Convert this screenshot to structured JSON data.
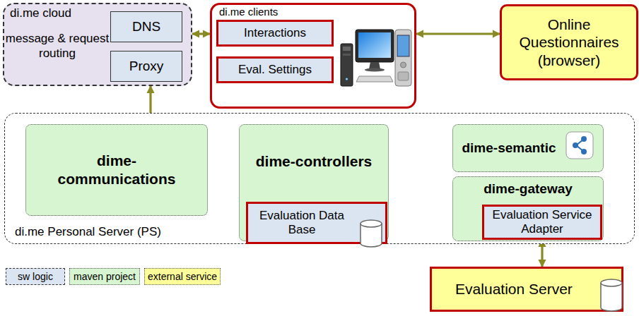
{
  "diagram": {
    "nodes": [
      {
        "text": [
          "di.me cloud",
          "message & request routing"
        ]
      },
      {
        "text": [
          "DNS"
        ],
        "in": 0
      },
      {
        "text": [
          "Proxy"
        ],
        "in": 0
      },
      {
        "text": [
          "di.me clients"
        ]
      },
      {
        "text": [
          "Interactions"
        ],
        "in": 3
      },
      {
        "text": [
          "Eval. Settings"
        ],
        "in": 3
      },
      {
        "text": [
          "Online Questionnaires (browser)"
        ]
      },
      {
        "text": [
          "di.me Personal Server (PS)"
        ]
      },
      {
        "text": [
          "dime-communications"
        ],
        "in": 7
      },
      {
        "text": [
          "dime-controllers"
        ],
        "in": 7
      },
      {
        "text": [
          "Evaluation Data Base"
        ],
        "in": 9
      },
      {
        "text": [
          "dime-semantic"
        ],
        "in": 7
      },
      {
        "text": [
          "dime-gateway"
        ],
        "in": 7
      },
      {
        "text": [
          "Evaluation Service Adapter"
        ],
        "in": 12
      },
      {
        "text": [
          "Evaluation Server"
        ]
      }
    ],
    "edges": [
      {
        "from": 0,
        "to": 3,
        "arrow": "both"
      },
      {
        "from": 3,
        "to": 6,
        "arrow": "both"
      },
      {
        "from": 0,
        "to": 8,
        "arrow": "both"
      },
      {
        "from": 8,
        "to": 9,
        "arrow": "both"
      },
      {
        "from": 9,
        "to": 11,
        "arrow": "both"
      },
      {
        "from": 10,
        "to": 13,
        "arrow": "both"
      },
      {
        "from": 13,
        "to": 14,
        "arrow": "both"
      }
    ],
    "legend": [
      {
        "text": "sw logic",
        "color": "#dbe5f1"
      },
      {
        "text": "maven project",
        "color": "#d7f5d0"
      },
      {
        "text": "external service",
        "color": "#ffff99"
      }
    ]
  }
}
